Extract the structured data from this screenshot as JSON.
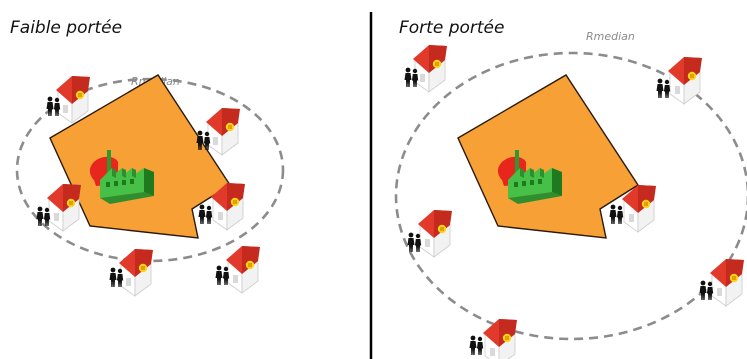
{
  "panels": [
    {
      "title": "Faible portée",
      "radius_label": "Rmedian"
    },
    {
      "title": "Forte portée",
      "radius_label": "Rmedian"
    }
  ],
  "colors": {
    "site": "#f7a035",
    "site_edge": "#2a1a0a",
    "boundary": "#8c8c8c",
    "divider": "#000000",
    "factory": "#3fb83f",
    "factory_dark": "#1f7a1f",
    "smoke": "#e8261e",
    "roof": "#e23a2a",
    "house_wall": "#ffffff",
    "badge": "#ffd21a",
    "people": "#111111"
  },
  "icons": [
    "factory-icon",
    "house-icon",
    "people-icon"
  ]
}
